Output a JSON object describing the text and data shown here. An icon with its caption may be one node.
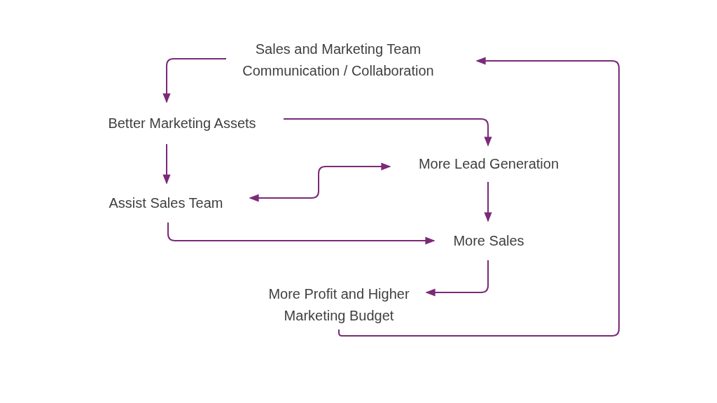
{
  "diagram": {
    "nodes": [
      {
        "text": [
          "Sales and Marketing Team Communication / Collaboration"
        ]
      },
      {
        "text": [
          "Better Marketing Assets"
        ]
      },
      {
        "text": [
          "More Lead Generation"
        ]
      },
      {
        "text": [
          "Assist Sales Team"
        ]
      },
      {
        "text": [
          "More Sales"
        ]
      },
      {
        "text": [
          "More Profit and Higher Marketing Budget"
        ]
      }
    ],
    "edges": [
      {
        "from": 0,
        "to": 1,
        "arrow": "to"
      },
      {
        "from": 1,
        "to": 2,
        "arrow": "to"
      },
      {
        "from": 1,
        "to": 3,
        "arrow": "to"
      },
      {
        "from": 3,
        "to": 2,
        "arrow": "both"
      },
      {
        "from": 3,
        "to": 4,
        "arrow": "to"
      },
      {
        "from": 2,
        "to": 4,
        "arrow": "to"
      },
      {
        "from": 4,
        "to": 5,
        "arrow": "to"
      },
      {
        "from": 5,
        "to": 0,
        "arrow": "to"
      }
    ]
  }
}
